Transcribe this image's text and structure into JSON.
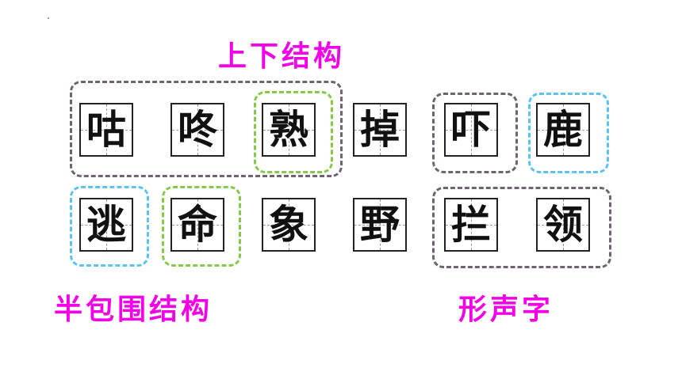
{
  "labels": {
    "top_structure": "上下结构",
    "half_enclosed": "半包围结构",
    "phono_semantic": "形声字"
  },
  "row1": [
    "咕",
    "咚",
    "熟",
    "掉",
    "吓",
    "鹿"
  ],
  "row2": [
    "逃",
    "命",
    "象",
    "野",
    "拦",
    "领"
  ],
  "colors": {
    "label": "#f200e6",
    "gray_group": "#6e6470",
    "green_group": "#86c84a",
    "blue_group": "#5cc3ee"
  }
}
